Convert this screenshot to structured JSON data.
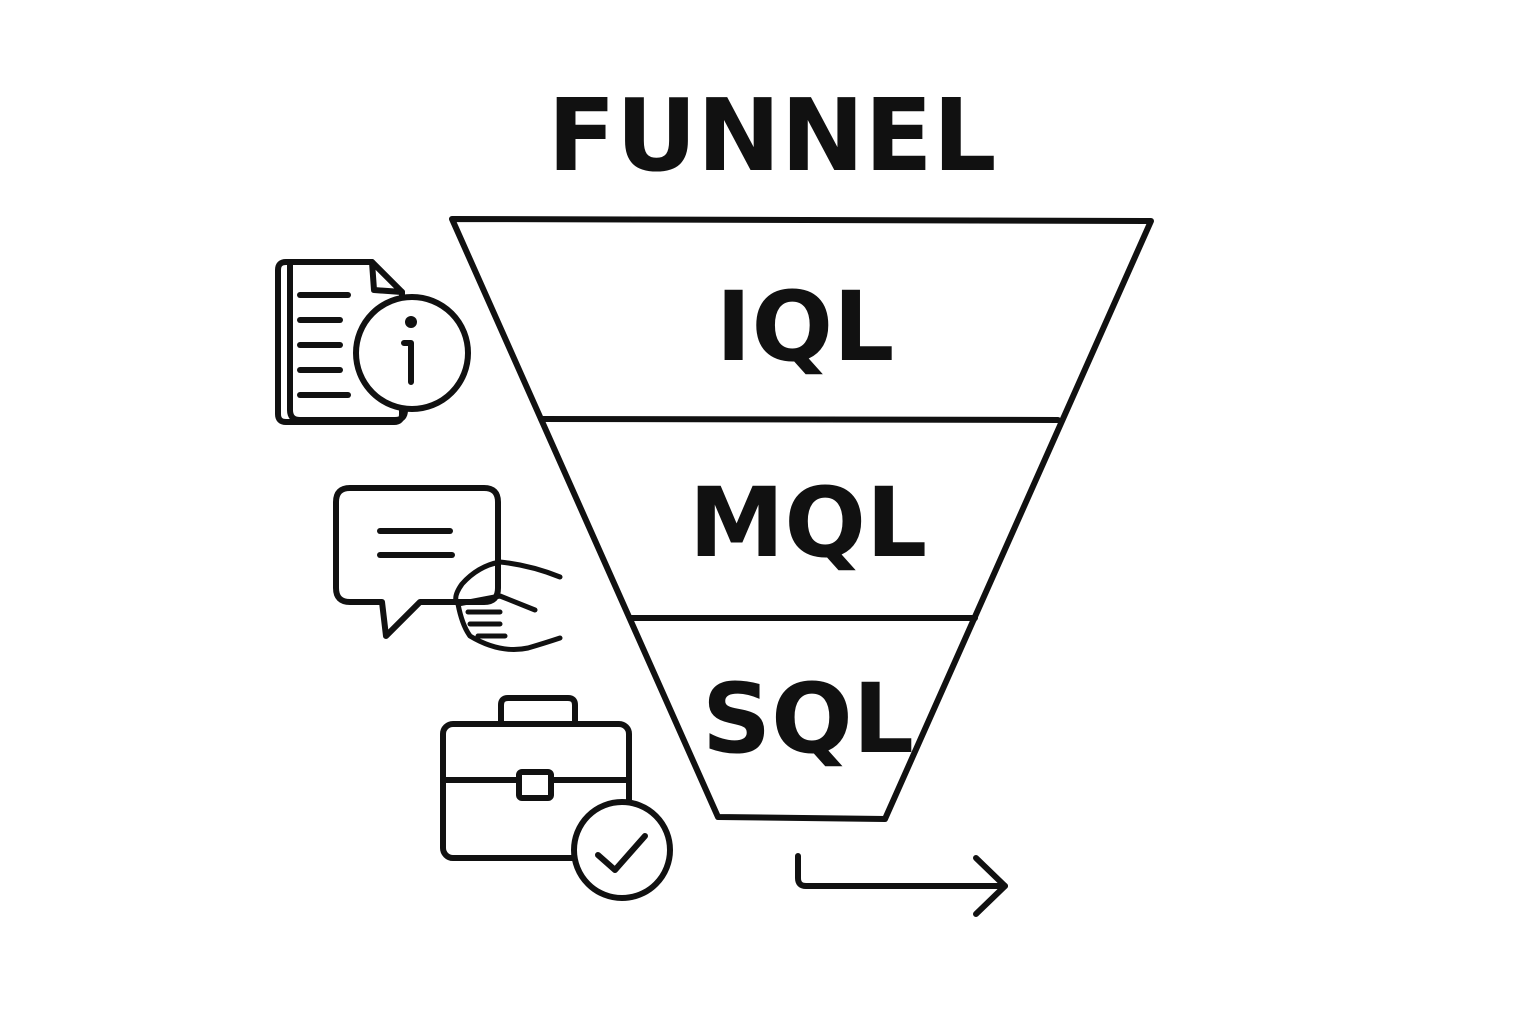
{
  "title": "FUNNEL",
  "stages": [
    {
      "label": "IQL",
      "icon": "document-info-icon"
    },
    {
      "label": "MQL",
      "icon": "chat-handshake-icon"
    },
    {
      "label": "SQL",
      "icon": "briefcase-check-icon"
    }
  ],
  "colors": {
    "ink": "#111111",
    "background": "#ffffff"
  },
  "decorations": {
    "output_arrow": "arrow-right-icon"
  }
}
